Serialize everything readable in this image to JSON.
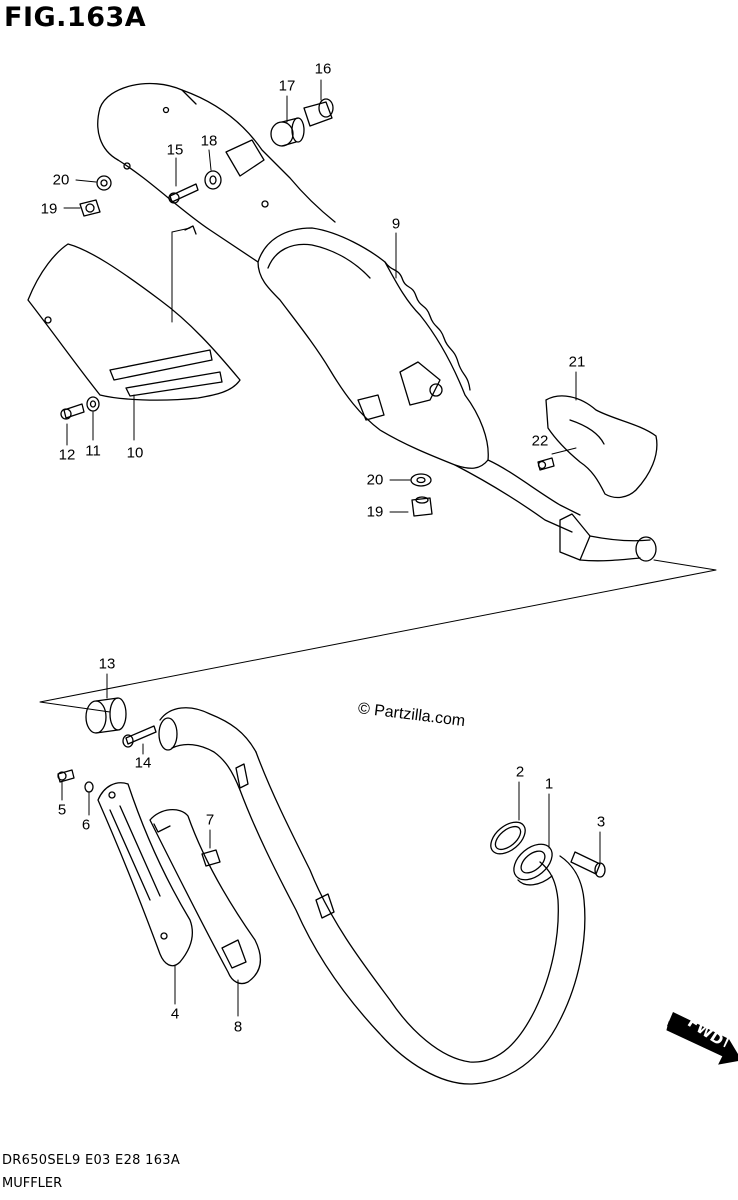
{
  "figure": {
    "title": "FIG.163A",
    "code": "DR650SEL9  E03  E28  163A",
    "name": "MUFFLER"
  },
  "watermark": "© Partzilla.com",
  "orientation_badge": "FWD",
  "callouts": [
    {
      "id": "c16",
      "text": "16"
    },
    {
      "id": "c17",
      "text": "17"
    },
    {
      "id": "c18",
      "text": "18"
    },
    {
      "id": "c15",
      "text": "15"
    },
    {
      "id": "c20a",
      "text": "20"
    },
    {
      "id": "c19a",
      "text": "19"
    },
    {
      "id": "c9",
      "text": "9"
    },
    {
      "id": "c21",
      "text": "21"
    },
    {
      "id": "c22",
      "text": "22"
    },
    {
      "id": "c20b",
      "text": "20"
    },
    {
      "id": "c19b",
      "text": "19"
    },
    {
      "id": "c12",
      "text": "12"
    },
    {
      "id": "c11",
      "text": "11"
    },
    {
      "id": "c10",
      "text": "10"
    },
    {
      "id": "c13",
      "text": "13"
    },
    {
      "id": "c14",
      "text": "14"
    },
    {
      "id": "c5",
      "text": "5"
    },
    {
      "id": "c6",
      "text": "6"
    },
    {
      "id": "c7",
      "text": "7"
    },
    {
      "id": "c4",
      "text": "4"
    },
    {
      "id": "c8",
      "text": "8"
    },
    {
      "id": "c2",
      "text": "2"
    },
    {
      "id": "c1",
      "text": "1"
    },
    {
      "id": "c3",
      "text": "3"
    }
  ]
}
